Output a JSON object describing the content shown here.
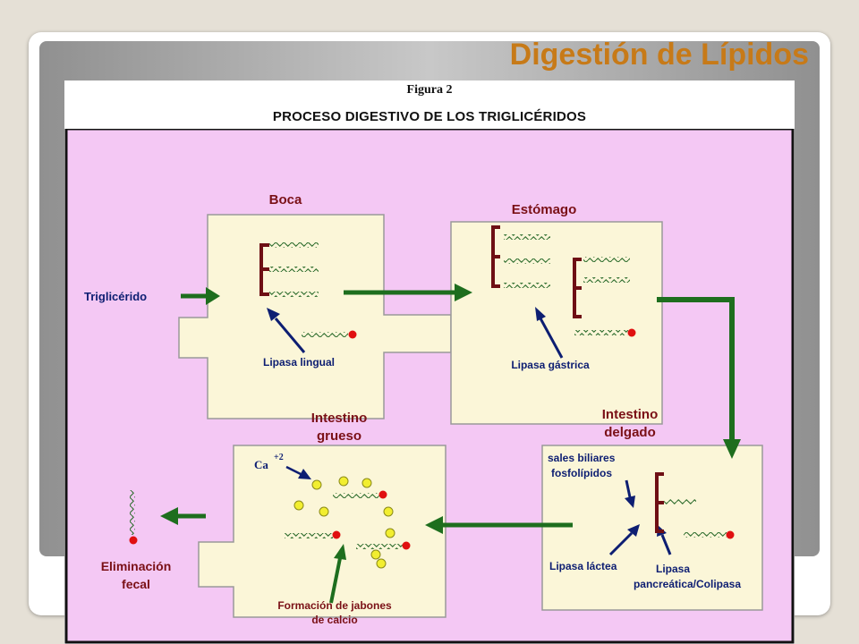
{
  "slide": {
    "title": "Digestión de Lípidos"
  },
  "figure": {
    "caption": "Figura 2",
    "heading": "PROCESO DIGESTIVO DE LOS TRIGLICÉRIDOS"
  },
  "diagram": {
    "colors": {
      "background": "#f4c8f4",
      "organ_fill": "#fbf6d8",
      "organ_stroke": "#999999",
      "arrow_green": "#1e6e1e",
      "arrow_navy": "#0d1e72",
      "glycerol": "#6e0f14",
      "fatty_acid": "#2f6e2f",
      "free_fatty_acid_head": "#e01010",
      "calcium_ball": "#f2ee30",
      "organ_label": "#7a1016",
      "annotation_label": "#0d1e72"
    },
    "stages": {
      "mouth": {
        "label": "Boca",
        "enzyme": "Lipasa lingual"
      },
      "stomach": {
        "label": "Estómago",
        "enzyme": "Lipasa gástrica"
      },
      "small_intestine": {
        "label_line1": "Intestino",
        "label_line2": "delgado",
        "agents_line1": "sales biliares",
        "agents_line2": "fosfolípidos",
        "enzyme_milk": "Lipasa láctea",
        "enzyme_pancreas_line1": "Lipasa",
        "enzyme_pancreas_line2": "pancreática/Colipasa"
      },
      "large_intestine": {
        "label_line1": "Intestino",
        "label_line2": "grueso",
        "ion": "Ca",
        "ion_charge": "+2",
        "soap_line1": "Formación de jabones",
        "soap_line2": "de calcio"
      }
    },
    "input_label": "Triglicérido",
    "output_line1": "Eliminación",
    "output_line2": "fecal"
  }
}
